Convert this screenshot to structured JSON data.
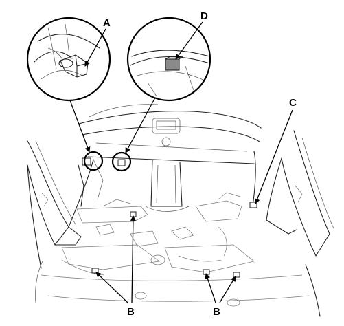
{
  "callouts": {
    "a": "A",
    "b_left": "B",
    "b_right": "B",
    "c": "C",
    "d": "D"
  },
  "colors": {
    "line": "#222222",
    "clip_fill": "#8a8a8a",
    "background": "#ffffff"
  }
}
